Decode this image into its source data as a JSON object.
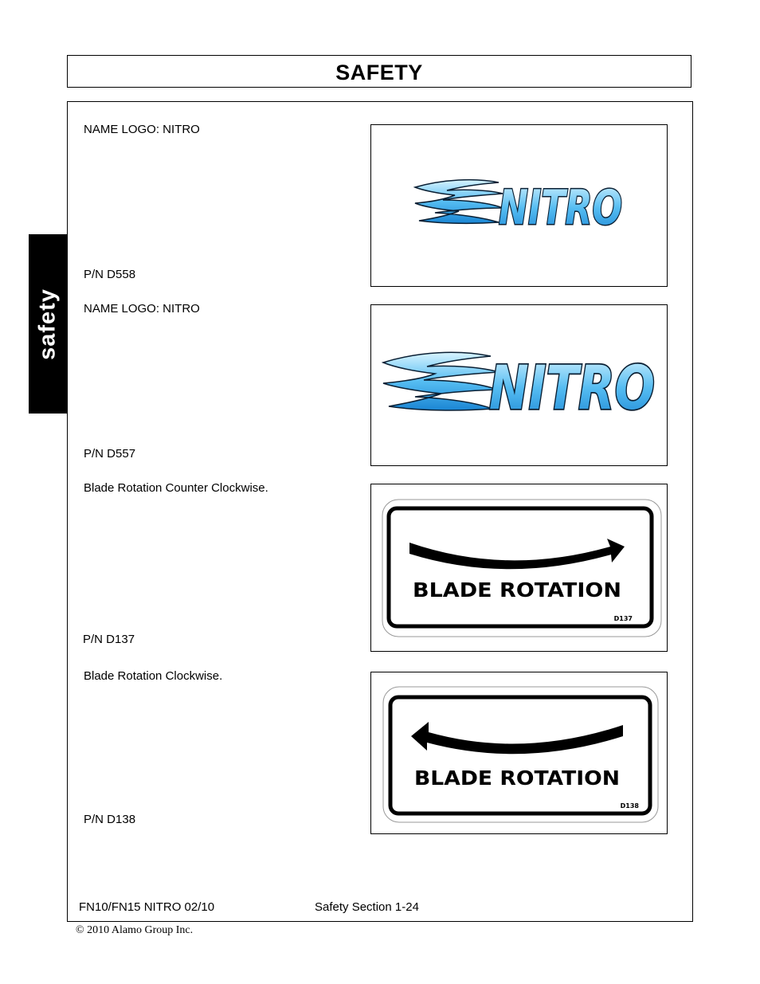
{
  "header": {
    "title": "SAFETY"
  },
  "side_tab": {
    "label": "safety"
  },
  "decals": [
    {
      "caption": "NAME LOGO: NITRO",
      "part_number": "P/N D558",
      "logo_text": "NITRO"
    },
    {
      "caption": "NAME LOGO: NITRO",
      "part_number": "P/N D557",
      "logo_text": "NITRO"
    },
    {
      "caption": "Blade Rotation Counter Clockwise.",
      "part_number": "P/N D137",
      "sign_text": "BLADE ROTATION",
      "code": "D137"
    },
    {
      "caption": "Blade Rotation Clockwise.",
      "part_number": "P/N D138",
      "sign_text": "BLADE ROTATION",
      "code": "D138"
    }
  ],
  "footer": {
    "model": "FN10/FN15 NITRO 02/10",
    "section": "Safety Section 1-24",
    "copyright": "© 2010 Alamo Group Inc."
  },
  "colors": {
    "flame_light": "#aee6ff",
    "flame_mid": "#4fb8f0",
    "flame_dark": "#1a7fcf"
  }
}
